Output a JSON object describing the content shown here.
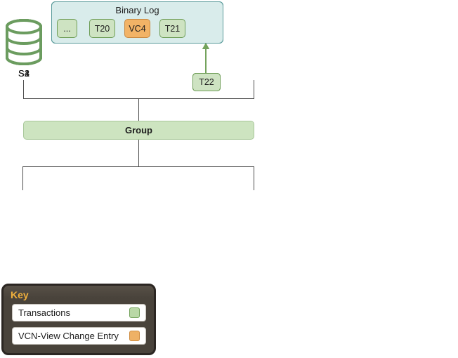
{
  "sections": [
    {
      "server_label": "S1",
      "binary_log": {
        "title": "Binary Log",
        "entries": [
          {
            "label": "...",
            "type": "transaction"
          },
          {
            "label": "T20",
            "type": "transaction"
          },
          {
            "label": "VC4",
            "type": "view_change"
          },
          {
            "label": "T21",
            "type": "transaction"
          }
        ]
      },
      "pending_transaction": {
        "label": "T22",
        "type": "transaction"
      }
    },
    {
      "server_label": "S2",
      "binary_log": {
        "title": "Binary Log",
        "entries": [
          {
            "label": "...",
            "type": "transaction"
          },
          {
            "label": "T20",
            "type": "transaction"
          },
          {
            "label": "VC4",
            "type": "view_change"
          },
          {
            "label": "T21",
            "type": "transaction"
          }
        ]
      },
      "pending_transaction": {
        "label": "T22",
        "type": "transaction"
      }
    },
    {
      "server_label": "S3",
      "binary_log": {
        "title": "Binary Log",
        "entries": [
          {
            "label": "...",
            "type": "transaction"
          },
          {
            "label": "T20",
            "type": "transaction"
          },
          {
            "label": "VC4",
            "type": "view_change"
          },
          {
            "label": "T21",
            "type": "transaction"
          }
        ]
      },
      "pending_transaction": {
        "label": "T22",
        "type": "transaction"
      }
    },
    {
      "server_label": "S4",
      "binary_log": {
        "title": "Binary Log",
        "entries": [
          {
            "label": "...",
            "type": "transaction"
          },
          {
            "label": "T20",
            "type": "transaction"
          },
          {
            "label": "VC4",
            "type": "view_change"
          },
          {
            "label": "T21",
            "type": "transaction"
          }
        ]
      },
      "pending_transaction": {
        "label": "T22",
        "type": "transaction"
      }
    }
  ],
  "group": {
    "label": "Group"
  },
  "key": {
    "title": "Key",
    "items": [
      {
        "label": "Transactions",
        "type": "transaction"
      },
      {
        "label": "VCN-View Change Entry",
        "type": "view_change"
      }
    ]
  },
  "colors": {
    "transaction_fill": "#cee3c2",
    "transaction_border": "#6f9e58",
    "view_change_fill": "#f2b366",
    "view_change_border": "#c98a42",
    "binlog_fill": "#d9eceb",
    "binlog_border": "#5a9b9b",
    "database_stroke": "#6b9c5f",
    "arrow_green": "#74a35c",
    "connector_gray": "#4d4d4d",
    "key_background": "#49433b",
    "key_accent": "#f0b03c"
  }
}
